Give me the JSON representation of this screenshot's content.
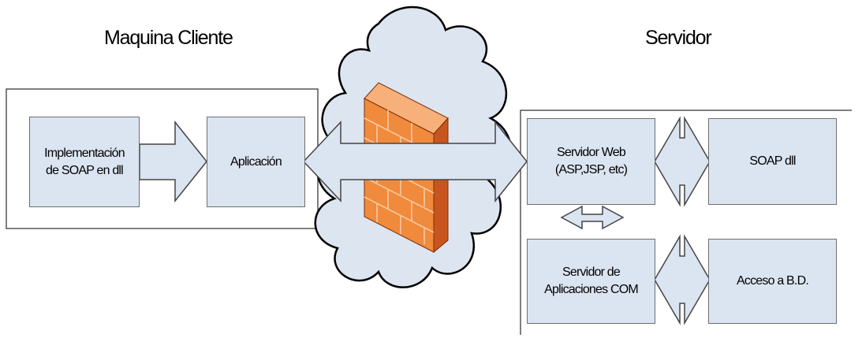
{
  "client": {
    "title": "Maquina Cliente",
    "soap_impl_label": "Implementación\nde SOAP en dll",
    "app_label": "Aplicación"
  },
  "server": {
    "title": "Servidor",
    "web_server_label": "Servidor Web\n(ASP,JSP, etc)",
    "soap_dll_label": "SOAP dll",
    "com_server_label": "Servidor de\nAplicaciones COM",
    "db_access_label": "Acceso a B.D."
  },
  "colors": {
    "box_fill": "#dbe5f1",
    "cloud_fill": "#dde5f0",
    "firewall_front": "#f08a3c",
    "firewall_side": "#c9551e",
    "firewall_top": "#f7b07a"
  }
}
